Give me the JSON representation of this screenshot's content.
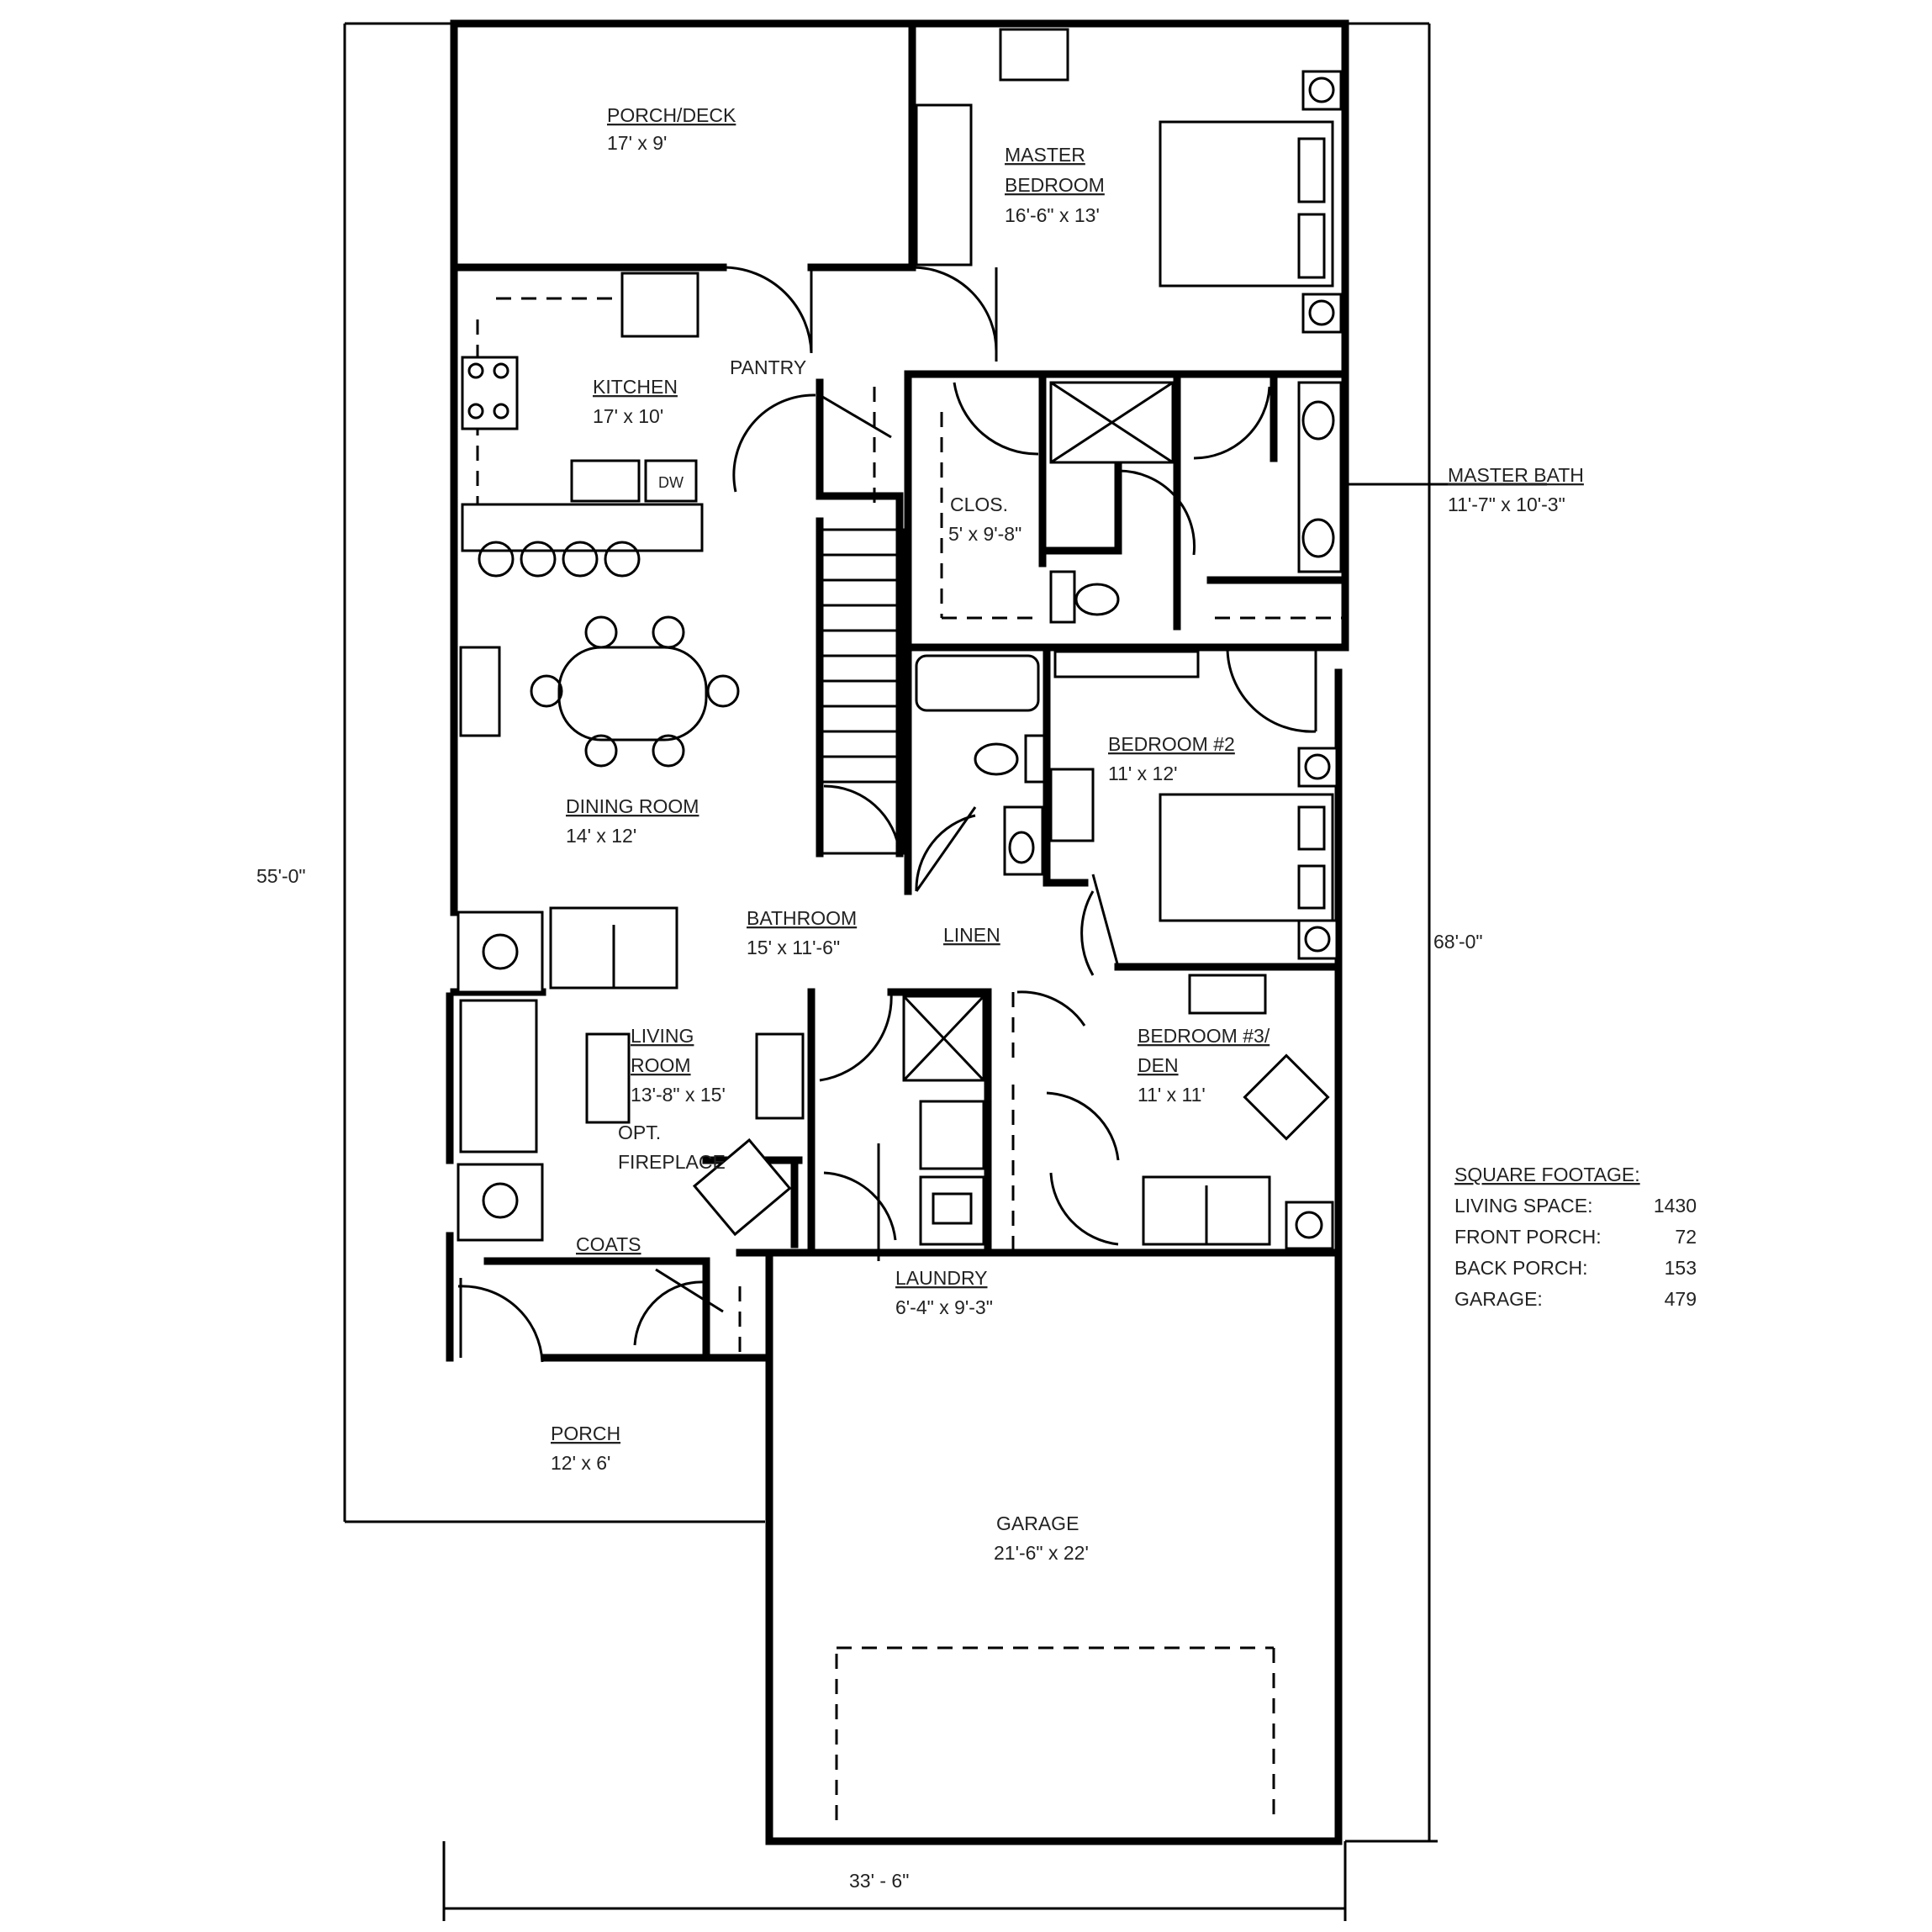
{
  "rooms": {
    "porch_deck": {
      "name": "PORCH/DECK",
      "size": "17' x 9'"
    },
    "master_bedroom": {
      "name_line1": "MASTER",
      "name_line2": "BEDROOM",
      "size": "16'-6\" x 13'"
    },
    "kitchen": {
      "name": "KITCHEN",
      "size": "17' x 10'"
    },
    "pantry": {
      "name": "PANTRY"
    },
    "closet": {
      "name": "CLOS.",
      "size": "5' x 9'-8\""
    },
    "master_bath": {
      "name": "MASTER BATH",
      "size": "11'-7\" x 10'-3\""
    },
    "dining_room": {
      "name": "DINING ROOM",
      "size": "14' x 12'"
    },
    "bedroom2": {
      "name": "BEDROOM #2",
      "size": "11' x 12'"
    },
    "bathroom": {
      "name": "BATHROOM",
      "size": "15' x 11'-6\""
    },
    "linen": {
      "name": "LINEN"
    },
    "bedroom3": {
      "name_line1": "BEDROOM #3/",
      "name_line2": "DEN",
      "size": "11' x 11'"
    },
    "living_room": {
      "name_line1": "LIVING",
      "name_line2": "ROOM",
      "size": "13'-8\" x 15'"
    },
    "fireplace": {
      "line1": "OPT.",
      "line2": "FIREPLACE"
    },
    "coats": {
      "name": "COATS"
    },
    "laundry": {
      "name": "LAUNDRY",
      "size": "6'-4\" x 9'-3\""
    },
    "porch": {
      "name": "PORCH",
      "size": "12' x 6'"
    },
    "garage": {
      "name": "GARAGE",
      "size": "21'-6\" x 22'"
    }
  },
  "fixtures": {
    "dishwasher": "DW"
  },
  "dimensions": {
    "left_depth": "55'-0\"",
    "right_depth": "68'-0\"",
    "width": "33' - 6\""
  },
  "square_footage": {
    "title": "SQUARE FOOTAGE:",
    "rows": [
      {
        "label": "LIVING SPACE:",
        "value": "1430"
      },
      {
        "label": "FRONT PORCH:",
        "value": "72"
      },
      {
        "label": "BACK PORCH:",
        "value": "153"
      },
      {
        "label": "GARAGE:",
        "value": "479"
      }
    ]
  }
}
